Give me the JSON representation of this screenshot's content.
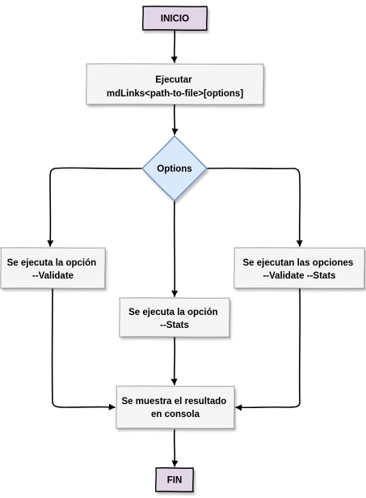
{
  "nodes": {
    "inicio": "INICIO",
    "ejecutar": [
      "Ejecutar",
      "mdLinks<path-to-file>[options]"
    ],
    "options": "Options",
    "validate": [
      "Se ejecuta la opción",
      "--Validate"
    ],
    "stats": [
      "Se ejecuta la opción",
      "--Stats"
    ],
    "validate_stats": [
      "Se ejecutan las opciones",
      "--Validate --Stats"
    ],
    "resultado": [
      "Se muestra el resultado",
      "en consola"
    ],
    "fin": "FIN"
  },
  "colors": {
    "terminal_fill": "#e1d5e7",
    "process_fill": "#f5f5f5",
    "decision_fill": "#dae8fc",
    "decision_stroke": "#6c8ebf",
    "stroke": "#000000"
  }
}
